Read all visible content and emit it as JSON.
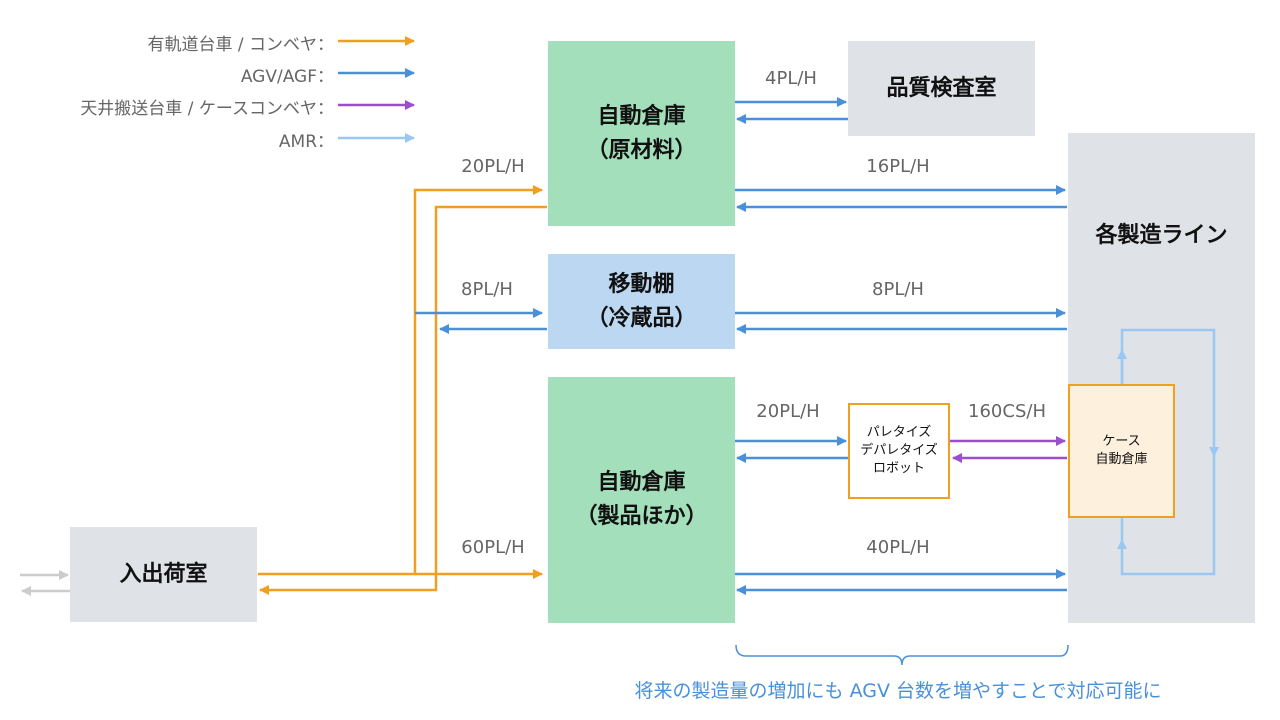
{
  "legend": [
    {
      "label": "有軌道台車 / コンベヤ：",
      "color": "#f0a020"
    },
    {
      "label": "AGV/AGF：",
      "color": "#4a90d9"
    },
    {
      "label": "天井搬送台車 / ケースコンベヤ：",
      "color": "#9b4fd0"
    },
    {
      "label": "AMR：",
      "color": "#9ac8f2"
    }
  ],
  "nodes": {
    "raw_warehouse": {
      "line1": "自動倉庫",
      "line2": "（原材料）"
    },
    "inspection": {
      "line1": "品質検査室"
    },
    "mobile_rack": {
      "line1": "移動棚",
      "line2": "（冷蔵品）"
    },
    "product_warehouse": {
      "line1": "自動倉庫",
      "line2": "（製品ほか）"
    },
    "palletize_robot": {
      "line1": "パレタイズ",
      "line2": "デパレタイズ",
      "line3": "ロボット"
    },
    "case_warehouse": {
      "line1": "ケース",
      "line2": "自動倉庫"
    },
    "production_lines": {
      "line1": "各製造ライン"
    },
    "shipping_room": {
      "line1": "入出荷室"
    }
  },
  "flow_labels": {
    "raw_to_inspection": "4PL/H",
    "ship_to_raw": "20PL/H",
    "raw_to_lines": "16PL/H",
    "ship_to_rack": "8PL/H",
    "rack_to_lines": "8PL/H",
    "product_to_robot": "20PL/H",
    "robot_to_case": "160CS/H",
    "ship_to_product": "60PL/H",
    "product_to_lines": "40PL/H"
  },
  "note": "将来の製造量の増加にも AGV 台数を増やすことで対応可能に",
  "colors": {
    "green_box": "#a3dfbb",
    "blue_box": "#bcd7f2",
    "gray_box": "#dfe3e8",
    "orange_box": "#fdf0dd",
    "orange_border": "#f0a020"
  }
}
